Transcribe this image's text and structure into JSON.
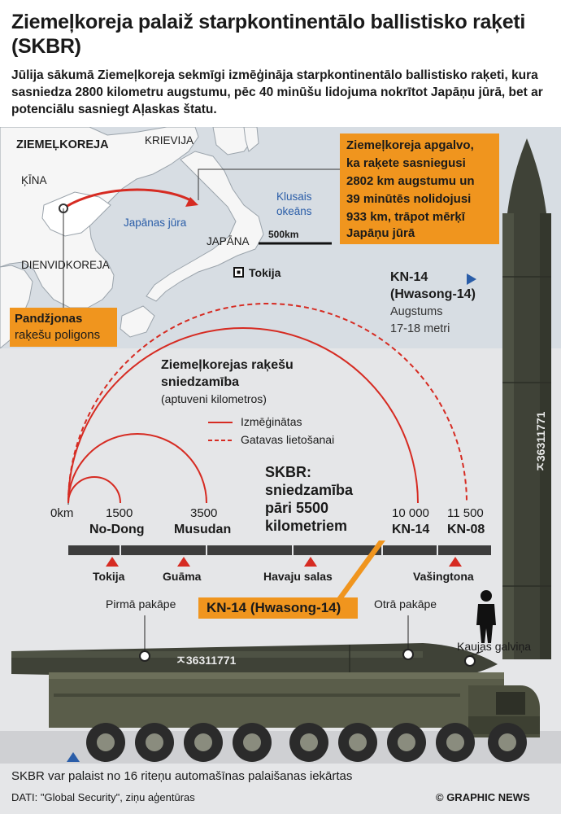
{
  "title": "Ziemeļkoreja palaiž starpkontinentālo ballistisko raķeti (SKBR)",
  "intro": "Jūlija sākumā Ziemeļkoreja sekmīgi izmēģināja starpkontinentālo ballistisko raķeti, kura sasniedza 2800 kilometru augstumu, pēc 40 minūšu lidojuma nokrītot Japāņu jūrā, bet ar potenciālu sasniegt Aļaskas štatu.",
  "map": {
    "north_korea": "ZIEMEĻKOREJA",
    "russia": "KRIEVIJA",
    "china": "ĶĪNA",
    "sea_of_japan": "Japānas jūra",
    "pacific_line1": "Klusais",
    "pacific_line2": "okeāns",
    "scale": "500km",
    "japan": "JAPĀNA",
    "south_korea": "DIENVIDKOREJA",
    "tokyo": "Tokija",
    "launch_site_line1": "Pandžjonas",
    "launch_site_line2": "raķešu poligons"
  },
  "claim_box": {
    "line1": "Ziemeļkoreja apgalvo,",
    "line2": "ka raķete sasniegusi",
    "line3": "2802 km augstumu un",
    "line4": "39 minūtēs nolidojusi",
    "line5": "933 km, trāpot mērķī",
    "line6": "Japāņu jūrā"
  },
  "missile": {
    "name_line1": "KN-14",
    "name_line2": "(Hwasong-14)",
    "height_label": "Augstums",
    "height_value": "17-18 metri",
    "marking": "ㅈ36311771"
  },
  "range_chart": {
    "title_line1": "Ziemeļkorejas raķešu",
    "title_line2": "sniedzamība",
    "subtitle": "(aptuveni kilometros)",
    "legend_tested": "Izmēģinātas",
    "legend_ready": "Gatavas lietošanai",
    "icbm_line1": "SKBR:",
    "icbm_line2": "sniedzamība",
    "icbm_line3": "pāri 5500",
    "icbm_line4": "kilometriem",
    "ticks": [
      {
        "value": "0km",
        "name": ""
      },
      {
        "value": "1500",
        "name": "No-Dong"
      },
      {
        "value": "3500",
        "name": "Musudan"
      },
      {
        "value": "10 000",
        "name": "KN-14"
      },
      {
        "value": "11 500",
        "name": "KN-08"
      }
    ],
    "targets": [
      "Tokija",
      "Guāma",
      "Havaju salas",
      "Vašingtona"
    ]
  },
  "launcher": {
    "callout": "KN-14 (Hwasong-14)",
    "first_stage": "Pirmā pakāpe",
    "second_stage": "Otrā pakāpe",
    "warhead": "Kaujas galviņa",
    "marking": "ㅈ36311771",
    "caption": "SKBR var palaist no 16 riteņu automašīnas palaišanas iekārtas"
  },
  "footer": {
    "source": "DATI: \"Global Security\", ziņu aģentūras",
    "credit": "© GRAPHIC NEWS"
  },
  "colors": {
    "orange": "#f0951e",
    "red": "#d62b22",
    "missile": "#3f4237",
    "sea": "#d7dde3",
    "land": "#f6f6f6",
    "blue_text": "#2a5da8"
  }
}
